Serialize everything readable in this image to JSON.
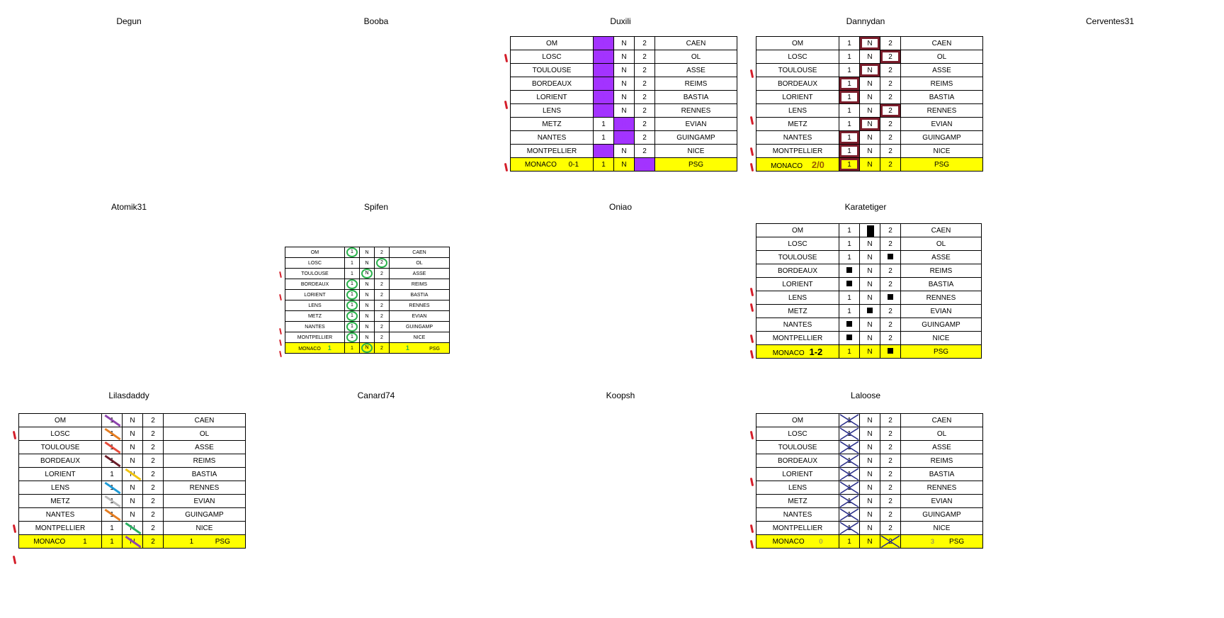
{
  "players": {
    "degun": "Degun",
    "booba": "Booba",
    "duxili": "Duxili",
    "dannydan": "Dannydan",
    "cerventes31": "Cerventes31",
    "atomik31": "Atomik31",
    "spifen": "Spifen",
    "oniao": "Oniao",
    "karatetiger": "Karatetiger",
    "lilasdaddy": "Lilasdaddy",
    "canard74": "Canard74",
    "koopsh": "Koopsh",
    "laloose": "Laloose"
  },
  "columns": {
    "one": "1",
    "draw": "N",
    "two": "2"
  },
  "matches": [
    {
      "home": "OM",
      "away": "CAEN"
    },
    {
      "home": "LOSC",
      "away": "OL"
    },
    {
      "home": "TOULOUSE",
      "away": "ASSE"
    },
    {
      "home": "BORDEAUX",
      "away": "REIMS"
    },
    {
      "home": "LORIENT",
      "away": "BASTIA"
    },
    {
      "home": "LENS",
      "away": "RENNES"
    },
    {
      "home": "METZ",
      "away": "EVIAN"
    },
    {
      "home": "NANTES",
      "away": "GUINGAMP"
    },
    {
      "home": "MONTPELLIER",
      "away": "NICE"
    },
    {
      "home": "MONACO",
      "away": "PSG"
    }
  ],
  "scores": {
    "duxili": "0-1",
    "dannydan": "2/0",
    "spifen_home": "1",
    "spifen_away": "1",
    "karatetiger": "1-2",
    "lilasdaddy_home": "1",
    "lilasdaddy_away": "1",
    "laloose_home": "0",
    "laloose_away": "3"
  },
  "colors": {
    "highlight_row": "#ffff00",
    "duxili_mark": "#a333ff",
    "dannydan_box": "#7a1e2c",
    "spifen_circle": "#2bb24c",
    "laloose_cross": "#2b2f8a",
    "margin_tick": "#d41e2a"
  }
}
